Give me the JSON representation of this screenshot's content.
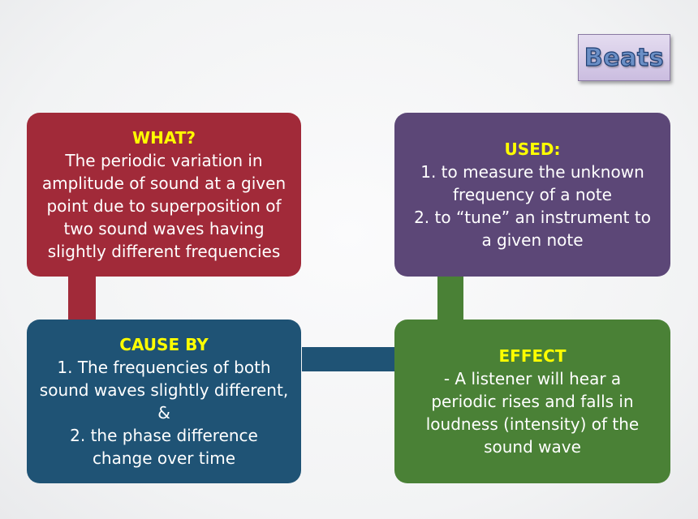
{
  "title": "Beats",
  "cards": {
    "what": {
      "heading": "WHAT?",
      "lines": [
        "The periodic variation in",
        "amplitude of sound at a given",
        "point due to superposition of",
        "two sound waves having",
        "slightly different frequencies"
      ]
    },
    "used": {
      "heading": "USED:",
      "lines": [
        "1. to measure the unknown",
        "frequency of a note",
        "2. to  “tune” an instrument to",
        "a given note"
      ]
    },
    "cause": {
      "heading": "CAUSE BY",
      "lines": [
        "1. The frequencies of both",
        "sound waves slightly different,",
        "&",
        "2. the phase difference",
        "change over time"
      ]
    },
    "effect": {
      "heading": "EFFECT",
      "lines": [
        "- A listener will hear a",
        "periodic rises and falls in",
        "loudness (intensity) of the",
        "sound wave"
      ]
    }
  },
  "colors": {
    "what": "#a12a39",
    "used": "#5c4777",
    "cause": "#1f5375",
    "effect": "#4a8136",
    "heading": "#ffff00",
    "title_fill": "#6b8fc6"
  }
}
